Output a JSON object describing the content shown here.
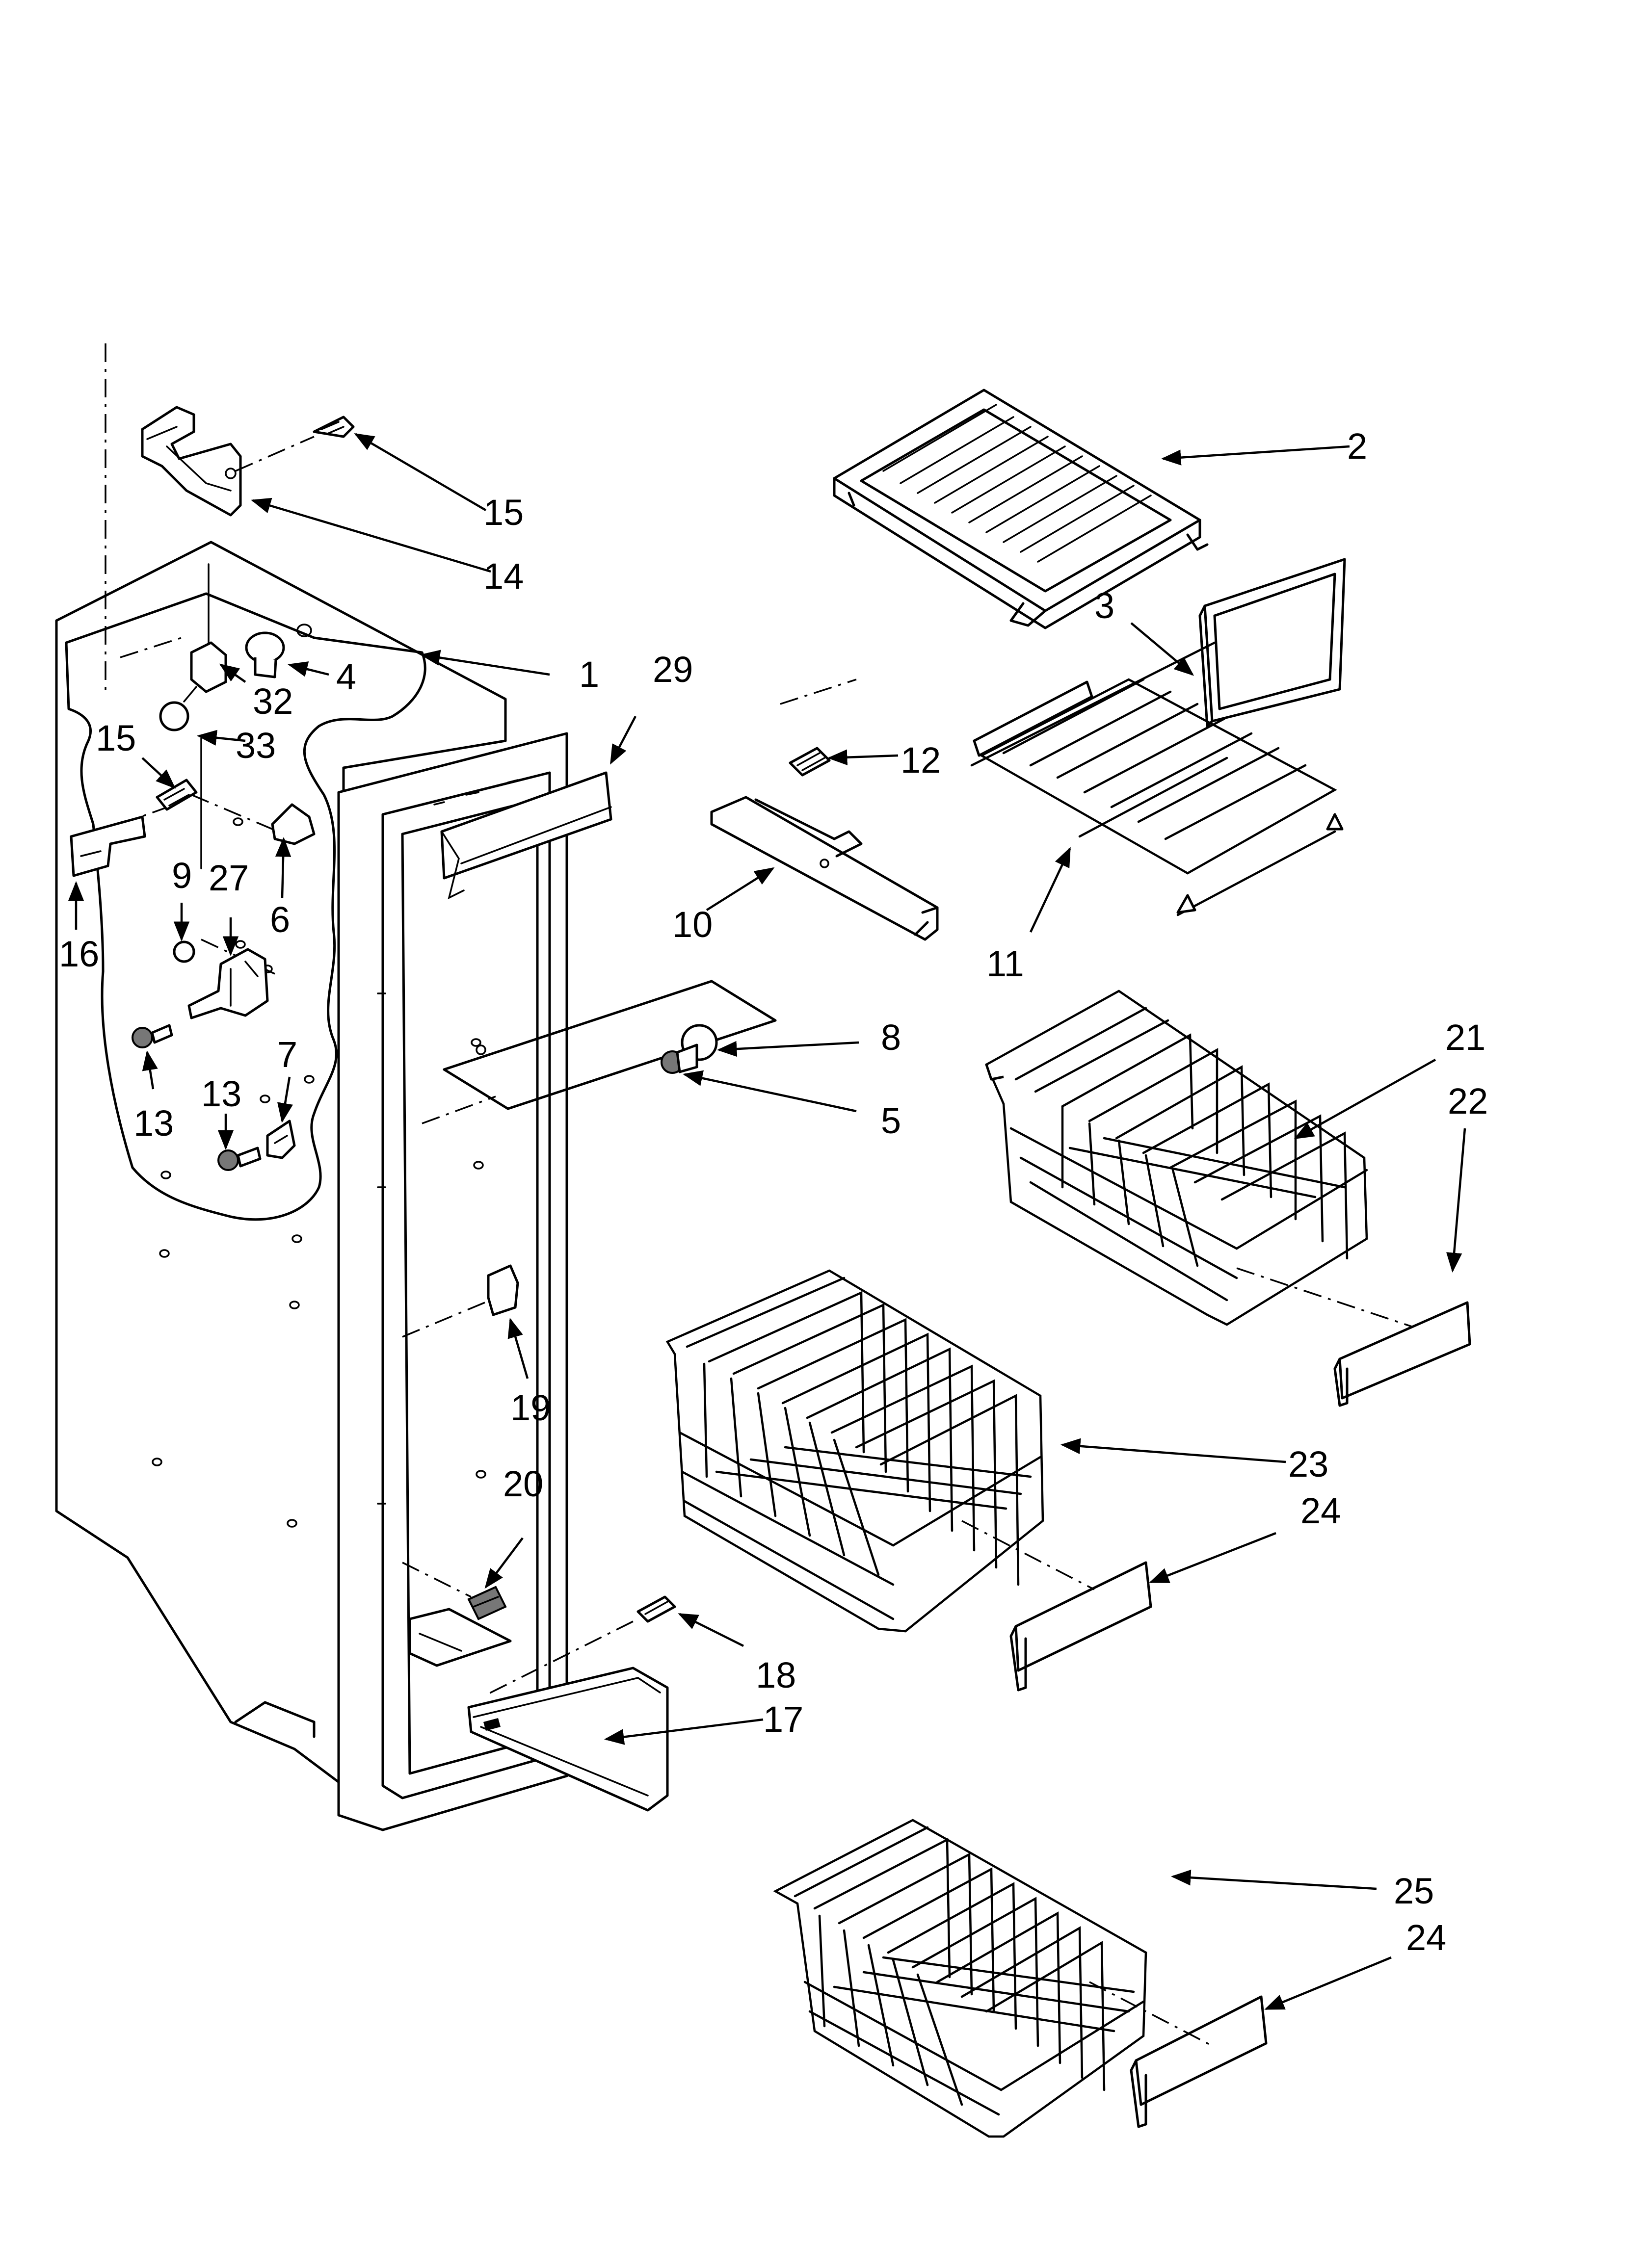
{
  "diagram": {
    "callouts": [
      {
        "id": "c1",
        "label": "1"
      },
      {
        "id": "c2",
        "label": "2"
      },
      {
        "id": "c3",
        "label": "3"
      },
      {
        "id": "c4",
        "label": "4"
      },
      {
        "id": "c5",
        "label": "5"
      },
      {
        "id": "c6",
        "label": "6"
      },
      {
        "id": "c7",
        "label": "7"
      },
      {
        "id": "c8",
        "label": "8"
      },
      {
        "id": "c9",
        "label": "9"
      },
      {
        "id": "c10",
        "label": "10"
      },
      {
        "id": "c11",
        "label": "11"
      },
      {
        "id": "c12",
        "label": "12"
      },
      {
        "id": "c13a",
        "label": "13"
      },
      {
        "id": "c13b",
        "label": "13"
      },
      {
        "id": "c14",
        "label": "14"
      },
      {
        "id": "c15a",
        "label": "15"
      },
      {
        "id": "c15b",
        "label": "15"
      },
      {
        "id": "c16",
        "label": "16"
      },
      {
        "id": "c17",
        "label": "17"
      },
      {
        "id": "c18",
        "label": "18"
      },
      {
        "id": "c19",
        "label": "19"
      },
      {
        "id": "c20",
        "label": "20"
      },
      {
        "id": "c21",
        "label": "21"
      },
      {
        "id": "c22",
        "label": "22"
      },
      {
        "id": "c23",
        "label": "23"
      },
      {
        "id": "c24a",
        "label": "24"
      },
      {
        "id": "c24b",
        "label": "24"
      },
      {
        "id": "c25",
        "label": "25"
      },
      {
        "id": "c27",
        "label": "27"
      },
      {
        "id": "c29",
        "label": "29"
      },
      {
        "id": "c32",
        "label": "32"
      },
      {
        "id": "c33",
        "label": "33"
      }
    ]
  }
}
